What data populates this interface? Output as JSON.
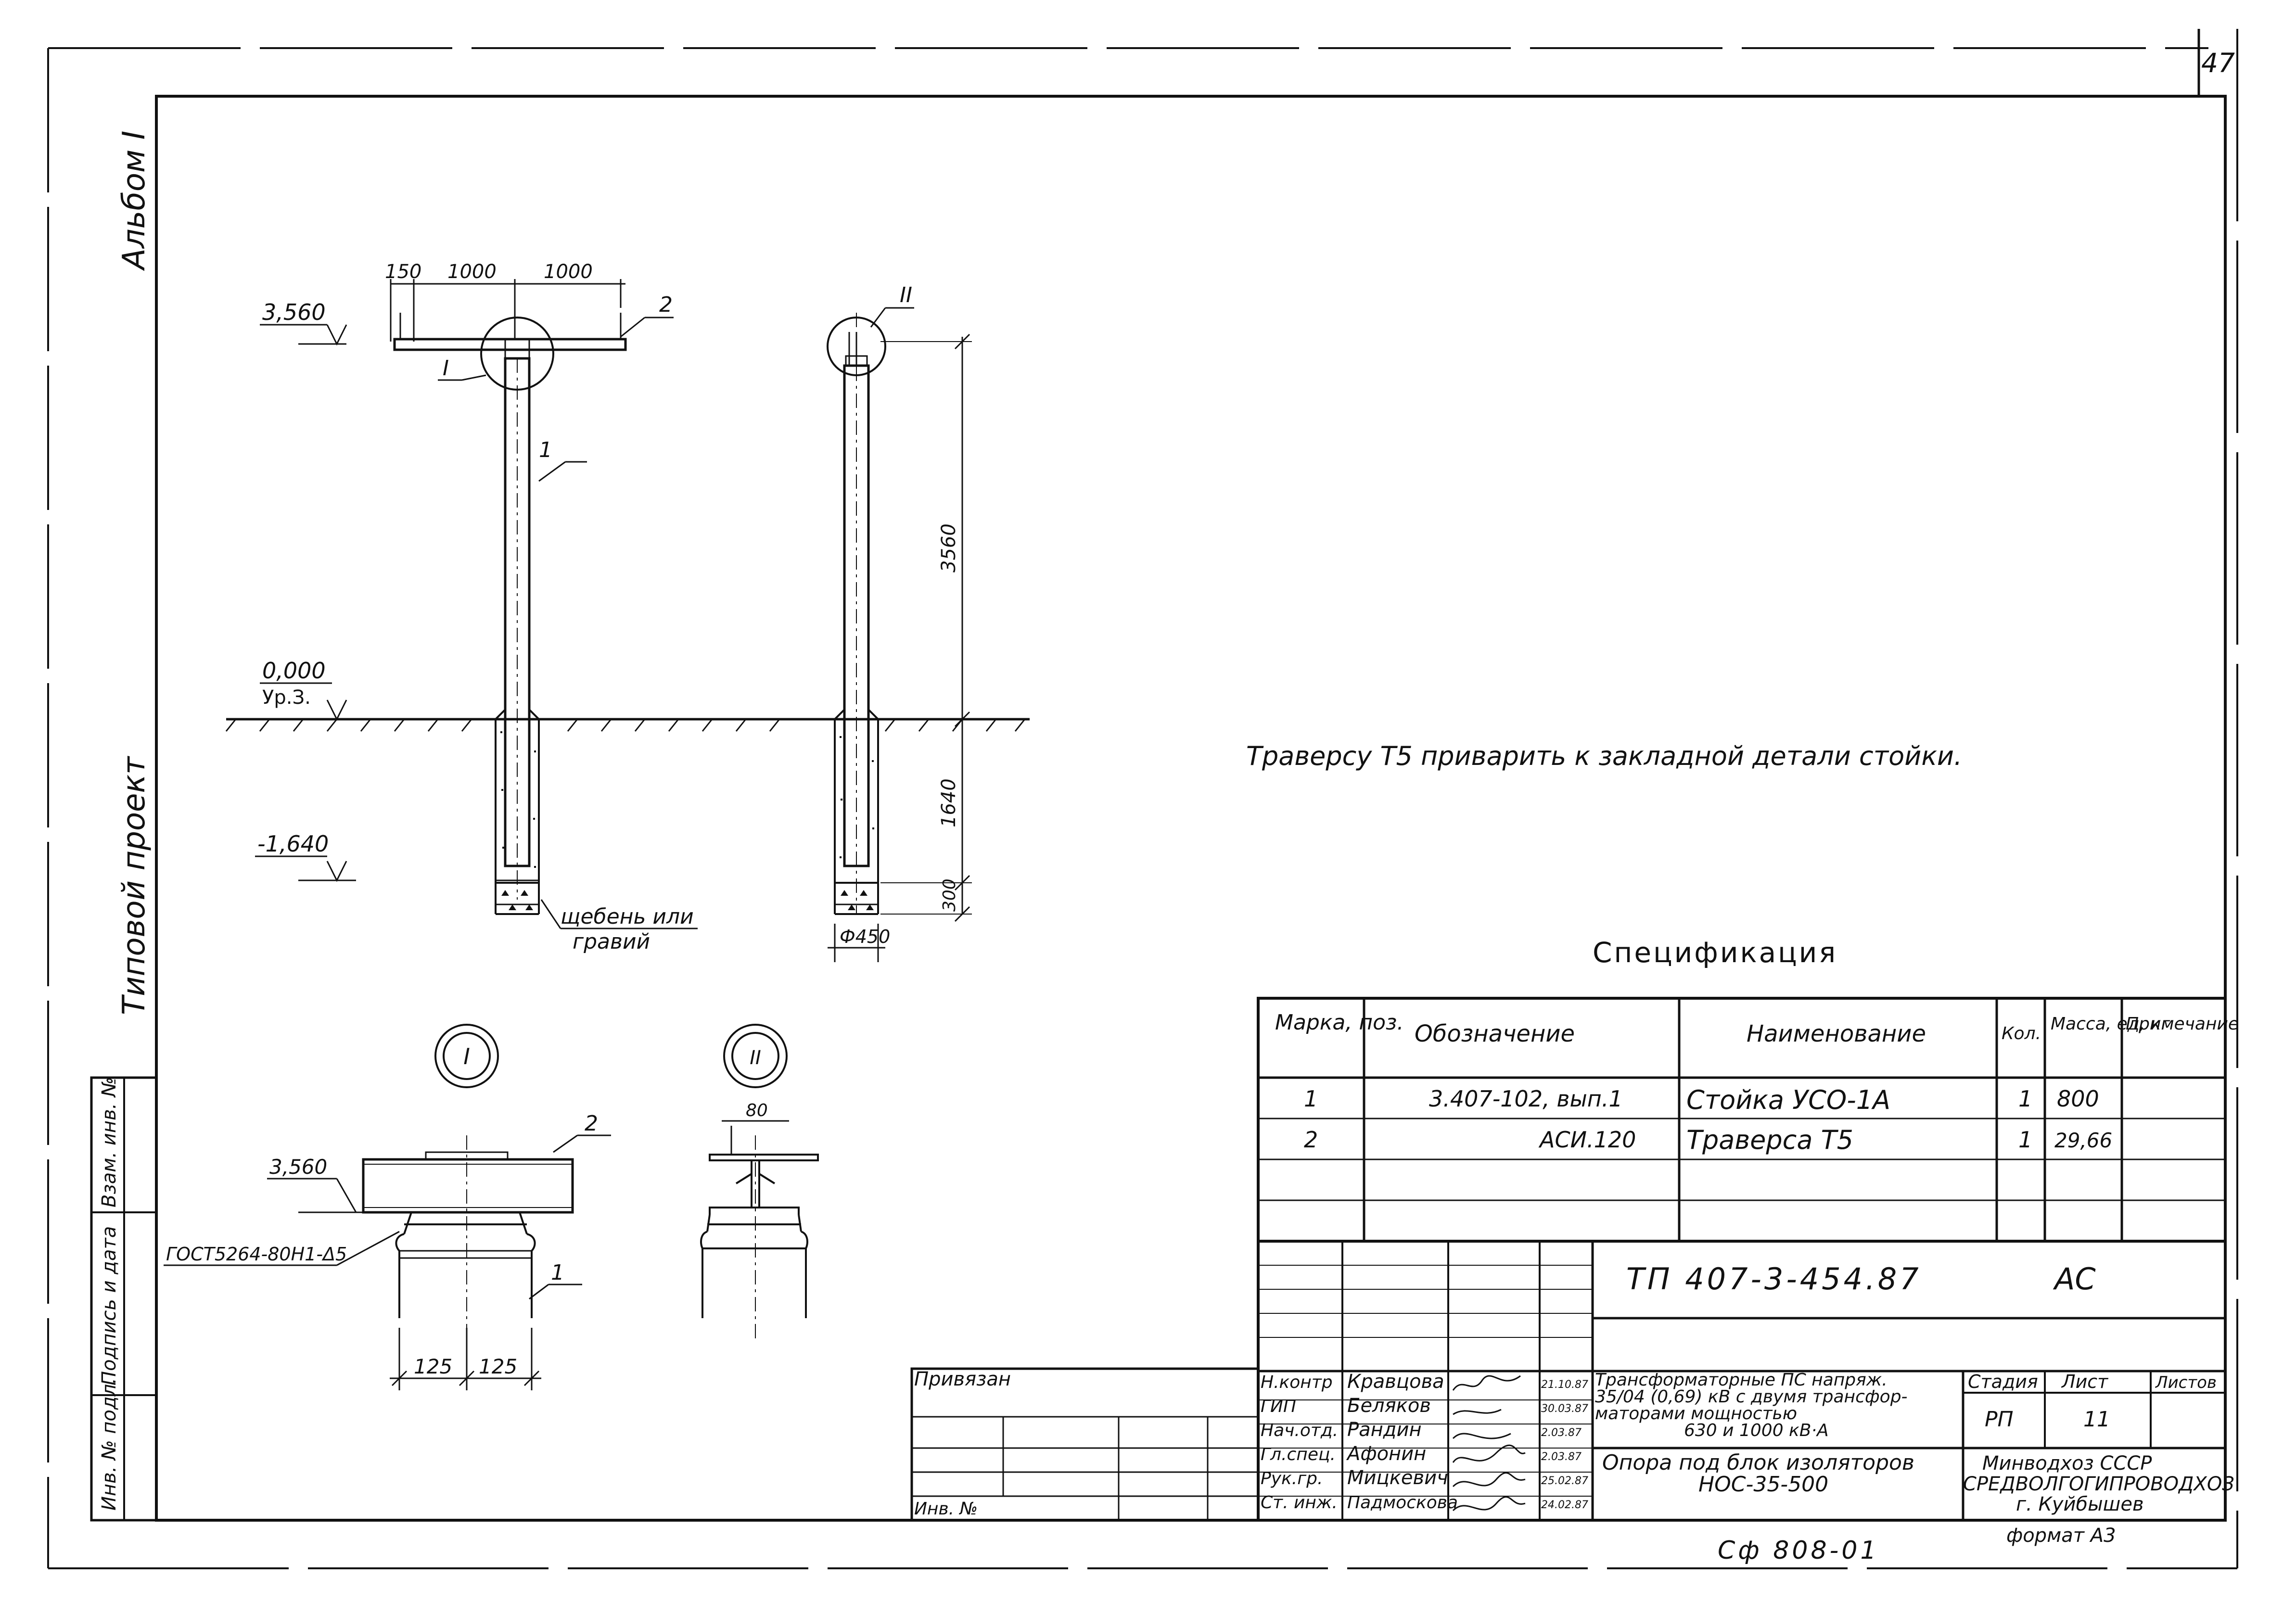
{
  "page_number": "47",
  "side_strip": {
    "album": "Альбом I",
    "project_type": "Типовой проект",
    "inv_podl": "Инв. № подл.",
    "sign_date": "Подпись и дата",
    "vzam_inv": "Взам. инв. №"
  },
  "elevations": {
    "top": "3,560",
    "ground": "0,000",
    "ground_label": "Ур.З.",
    "bottom": "-1,640"
  },
  "dims": {
    "d150": "150",
    "d1000a": "1000",
    "d1000b": "1000",
    "h3560": "3560",
    "h1640": "1640",
    "h300": "300",
    "dia": "Ф450",
    "d125a": "125",
    "d125b": "125",
    "d80": "80"
  },
  "callouts": {
    "pos1": "1",
    "pos2": "2",
    "node1": "I",
    "node2": "II",
    "gravel": "щебень или",
    "gravel2": "гравий",
    "gost": "ГОСТ5264-80Н1-Δ5"
  },
  "detail_labels": {
    "d1": "I",
    "d2": "II",
    "elev": "3,560"
  },
  "note": "Траверсу Т5 приварить к закладной детали стойки.",
  "spec": {
    "title": "Спецификация",
    "headers": [
      "Марка, поз.",
      "Обозначение",
      "Наименование",
      "Кол.",
      "Масса, ед, кг",
      "Примечание"
    ],
    "rows": [
      [
        "1",
        "3.407-102, вып.1",
        "Стойка УСО-1А",
        "1",
        "800",
        ""
      ],
      [
        "2",
        "АСИ.120",
        "Траверса Т5",
        "1",
        "29,66",
        ""
      ]
    ]
  },
  "title_block": {
    "doc_code": "ТП 407-3-454.87",
    "mark": "АС",
    "privyazan": "Привязан",
    "inv_no": "Инв. №",
    "roles": [
      "Н.контр",
      "ГИП",
      "Нач.отд.",
      "Гл.спец.",
      "Рук.гр.",
      "Ст. инж."
    ],
    "names": [
      "Кравцова",
      "Беляков",
      "Рандин",
      "Афонин",
      "Мицкевич",
      "Падмоскова"
    ],
    "dates": [
      "21.10.87",
      "30.03.87",
      "2.03.87",
      "2.03.87",
      "25.02.87",
      "24.02.87"
    ],
    "project_title": [
      "Трансформаторные ПС напряж.",
      "35/04 (0,69) кВ с двумя трансфор-",
      "маторами мощностью",
      "630 и 1000 кВ·А"
    ],
    "sheet_title": [
      "Опора под блок изоляторов",
      "НОС-35-500"
    ],
    "stage_h": "Стадия",
    "sheet_h": "Лист",
    "sheets_h": "Листов",
    "stage": "РП",
    "sheet": "11",
    "org": [
      "Минводхоз СССР",
      "СРЕДВОЛГОГИПРОВОДХОЗ",
      "г. Куйбышев"
    ],
    "format": "формат А3",
    "stamp": "Сф 808-01"
  }
}
